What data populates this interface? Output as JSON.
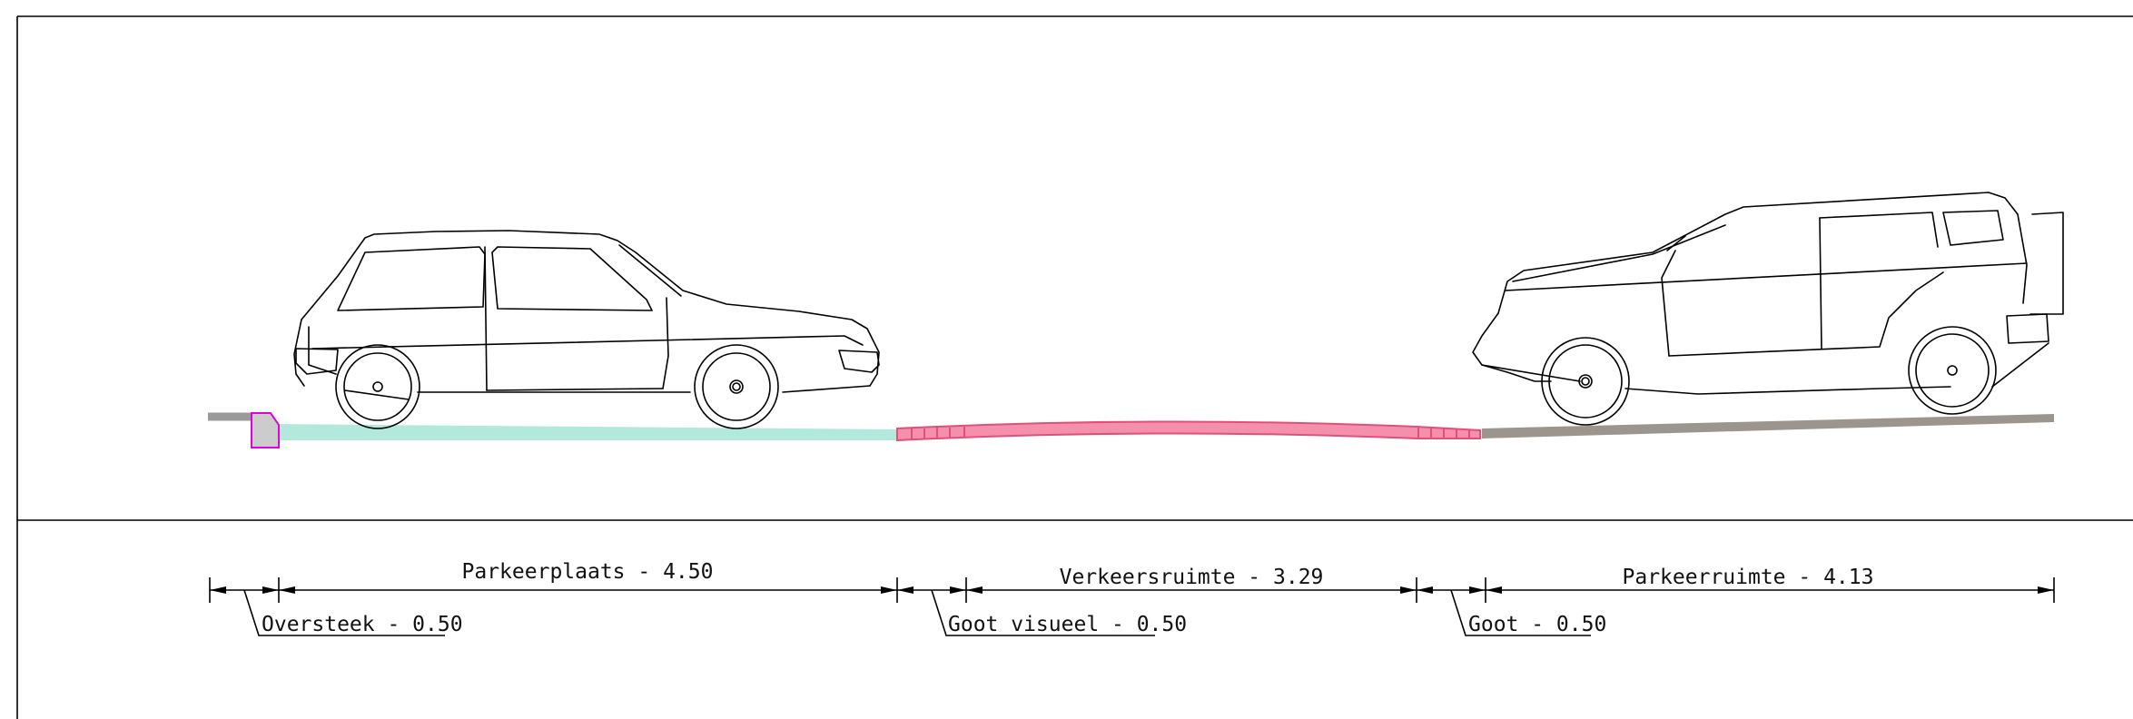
{
  "dimensions": {
    "top_row": [
      {
        "id": "parkeerplaats",
        "text": "Parkeerplaats - 4.50"
      },
      {
        "id": "verkeersruimte",
        "text": "Verkeersruimte - 3.29"
      },
      {
        "id": "parkeerruimte",
        "text": "Parkeerruimte - 4.13"
      }
    ],
    "leaders": [
      {
        "id": "oversteek",
        "text": "Oversteek - 0.50"
      },
      {
        "id": "goot-visueel",
        "text": "Goot visueel - 0.50"
      },
      {
        "id": "goot",
        "text": "Goot - 0.50"
      }
    ]
  },
  "colors": {
    "parking_strip": "#b3e8dc",
    "traffic_lane": "#f490ac",
    "traffic_lane_edge": "#e0507a",
    "parking_area": "#9c958e",
    "curb": "#cccccc",
    "curb_edge": "#e000e0",
    "sidewalk": "#9a9a9a"
  },
  "icons": [
    "hatchback-car-icon",
    "suv-car-icon"
  ]
}
